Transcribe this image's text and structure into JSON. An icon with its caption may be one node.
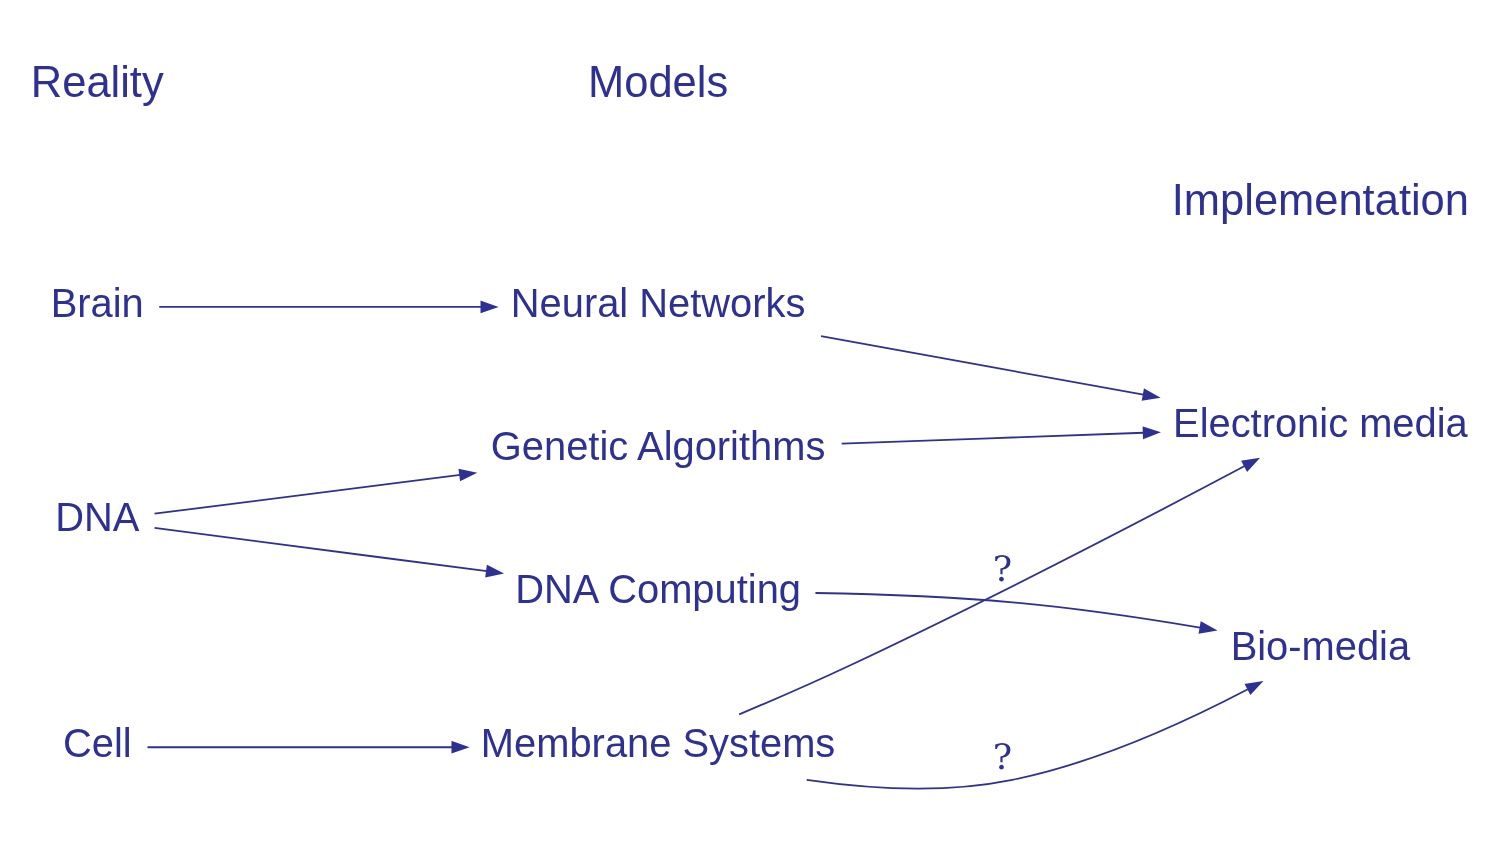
{
  "diagram": {
    "nodes": [
      {
        "text": [
          "Brain"
        ]
      },
      {
        "text": [
          "DNA"
        ]
      },
      {
        "text": [
          "Cell"
        ]
      },
      {
        "text": [
          "Neural Networks"
        ]
      },
      {
        "text": [
          "Genetic Algorithms"
        ]
      },
      {
        "text": [
          "DNA Computing"
        ]
      },
      {
        "text": [
          "Membrane Systems"
        ]
      },
      {
        "text": [
          "Electronic media"
        ]
      },
      {
        "text": [
          "Bio-media"
        ]
      }
    ],
    "edges": [
      {
        "from": 0,
        "to": 3,
        "arrow": "to"
      },
      {
        "from": 1,
        "to": 4,
        "arrow": "to"
      },
      {
        "from": 1,
        "to": 5,
        "arrow": "to"
      },
      {
        "from": 2,
        "to": 6,
        "arrow": "to"
      },
      {
        "from": 3,
        "to": 7,
        "arrow": "to"
      },
      {
        "from": 4,
        "to": 7,
        "arrow": "to"
      },
      {
        "from": 5,
        "to": 8,
        "arrow": "to"
      },
      {
        "from": 6,
        "to": 7,
        "arrow": "to",
        "label": "?"
      },
      {
        "from": 6,
        "to": 8,
        "arrow": "to",
        "label": "?"
      }
    ],
    "labels": [
      "Reality",
      "Models",
      "Implementation"
    ]
  }
}
